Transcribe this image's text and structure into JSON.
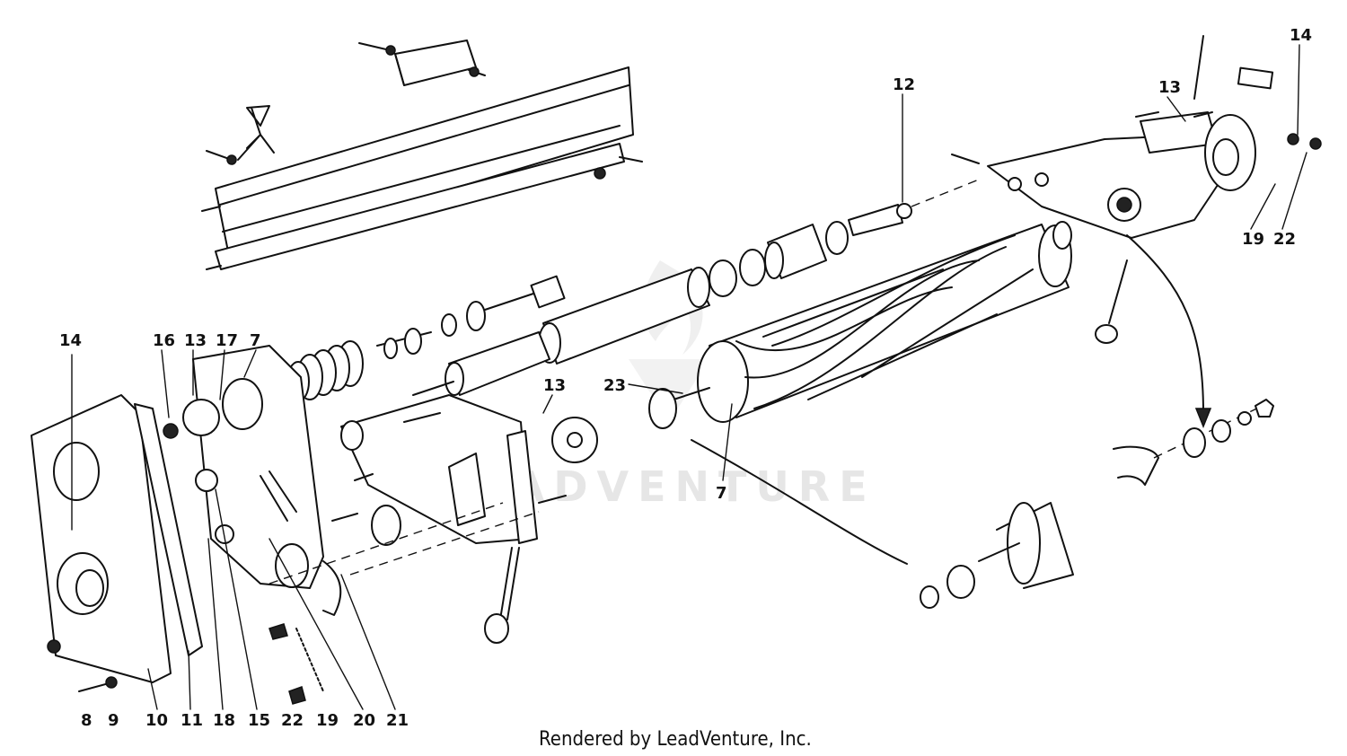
{
  "diagram": {
    "callouts": {
      "c14_left": "14",
      "c16": "16",
      "c13_left": "13",
      "c17": "17",
      "c7_top": "7",
      "c13_mid": "13",
      "c23": "23",
      "c7_bottom": "7",
      "c12": "12",
      "c13_right": "13",
      "c14_right": "14",
      "c19_right": "19",
      "c22_right": "22",
      "b8": "8",
      "b9": "9",
      "b10": "10",
      "b11": "11",
      "b18": "18",
      "b15": "15",
      "b22": "22",
      "b19": "19",
      "b20": "20",
      "b21": "21"
    },
    "watermark": "LEADVENTURE",
    "footer": "Rendered by LeadVenture, Inc."
  }
}
